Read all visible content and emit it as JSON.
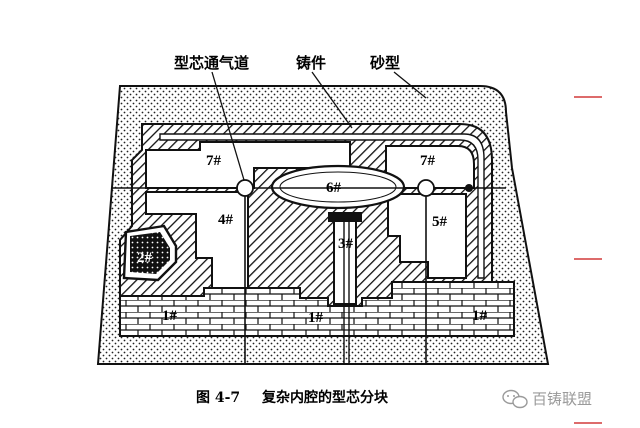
{
  "labels": {
    "vent": "型芯通气道",
    "casting": "铸件",
    "sand_mold": "砂型"
  },
  "cores": {
    "c1_left": "1#",
    "c1_mid": "1#",
    "c1_right": "1#",
    "c2": "2#",
    "c3": "3#",
    "c4": "4#",
    "c5": "5#",
    "c6": "6#",
    "c7_left": "7#",
    "c7_right": "7#"
  },
  "caption": {
    "figure_no": "图 4-7",
    "title": "复杂内腔的型芯分块"
  },
  "watermark": {
    "text": "百铸联盟",
    "icon": "wechat-icon"
  },
  "colors": {
    "line": "#111111",
    "accent_marks": "#d23a3a",
    "watermark": "#9a9a9a"
  }
}
